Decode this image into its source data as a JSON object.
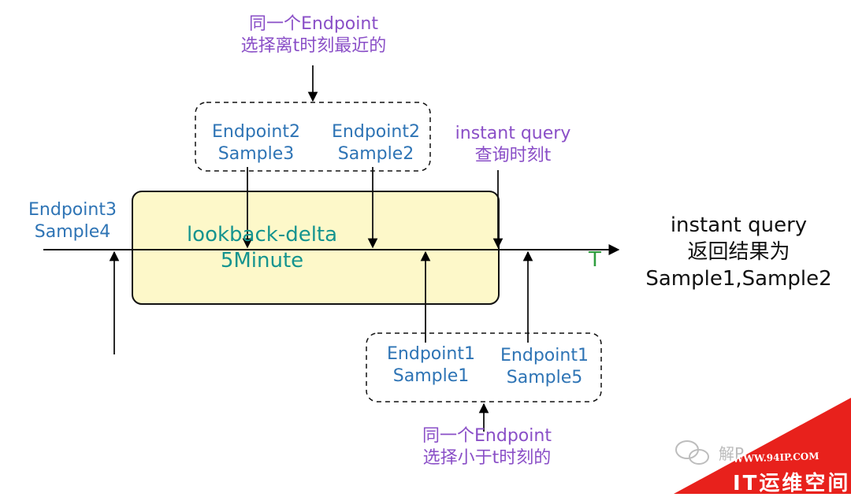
{
  "top_note": {
    "line1": "同一个Endpoint",
    "line2": "选择离t时刻最近的"
  },
  "top_group": {
    "left": {
      "line1": "Endpoint2",
      "line2": "Sample3"
    },
    "right": {
      "line1": "Endpoint2",
      "line2": "Sample2"
    }
  },
  "query_time": {
    "line1": "instant query",
    "line2": "查询时刻t"
  },
  "left_label": {
    "line1": "Endpoint3",
    "line2": "Sample4"
  },
  "window": {
    "line1": "lookback-delta",
    "line2": "5Minute"
  },
  "axis_label": "T",
  "result": {
    "line1": "instant query",
    "line2": "返回结果为",
    "line3": "Sample1,Sample2"
  },
  "bottom_group": {
    "left": {
      "line1": "Endpoint1",
      "line2": "Sample1"
    },
    "right": {
      "line1": "Endpoint1",
      "line2": "Sample5"
    }
  },
  "bottom_note": {
    "line1": "同一个Endpoint",
    "line2": "选择小于t时刻的"
  },
  "watermark": {
    "text": "解P",
    "url": "WWW.94IP.COM",
    "brand": "IT运维空间"
  },
  "colors": {
    "window_fill": "#fdf8c9",
    "endpoint_text": "#2e74b5",
    "note_text": "#8a4fc7",
    "window_text": "#15948f",
    "axis_label": "#2f9e3f",
    "watermark_red": "#e8211c"
  }
}
